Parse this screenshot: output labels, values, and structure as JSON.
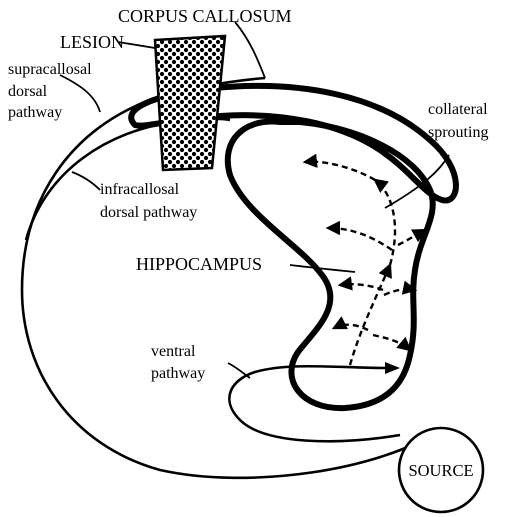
{
  "labels": {
    "corpus_callosum": "CORPUS CALLOSUM",
    "lesion": "LESION",
    "supracallosal_1": "supracallosal",
    "supracallosal_2": "dorsal",
    "supracallosal_3": "pathway",
    "collateral_1": "collateral",
    "collateral_2": "sprouting",
    "infracallosal_1": "infracallosal",
    "infracallosal_2": "dorsal pathway",
    "hippocampus": "HIPPOCAMPUS",
    "ventral_1": "ventral",
    "ventral_2": "pathway",
    "source": "SOURCE"
  },
  "colors": {
    "ink": "#000000",
    "background": "#ffffff"
  }
}
